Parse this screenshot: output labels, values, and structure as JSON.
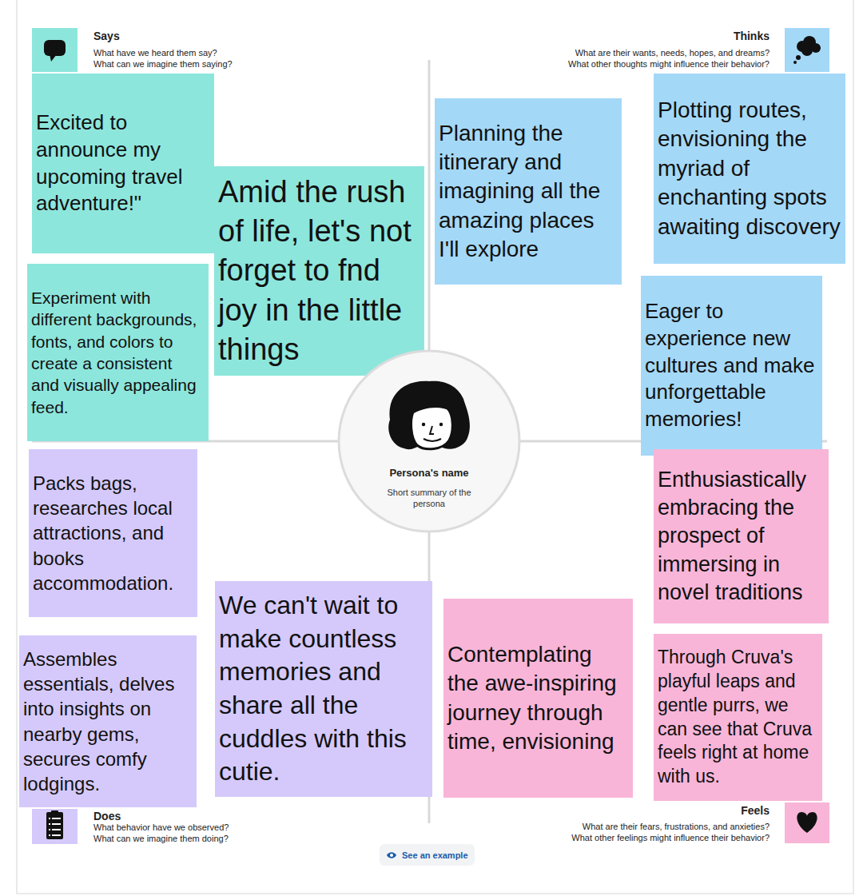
{
  "diagram": {
    "nodes": [
      {
        "text": [
          "Excited to announce my upcoming travel adventure!\""
        ]
      },
      {
        "text": [
          "Amid the rush of life, let's not forget to fnd joy in the little things"
        ]
      },
      {
        "text": [
          "Experiment with different backgrounds, fonts, and colors to create a consistent and visually appealing feed."
        ]
      },
      {
        "text": [
          "Planning the itinerary and imagining all the amazing places I'll explore"
        ]
      },
      {
        "text": [
          "Plotting routes, envisioning the myriad of enchanting spots awaiting discovery"
        ]
      },
      {
        "text": [
          "Eager to experience new cultures and make unforgettable memories!"
        ]
      },
      {
        "text": [
          "Packs bags, researches local attractions, and books accommodation."
        ]
      },
      {
        "text": [
          "We can't wait to make countless memories and share all the cuddles with this cutie."
        ]
      },
      {
        "text": [
          "Assembles essentials, delves into insights on nearby gems, secures comfy lodgings."
        ]
      },
      {
        "text": [
          "Enthusiastically embracing the prospect of immersing in novel traditions"
        ]
      },
      {
        "text": [
          "Contemplating the awe-inspiring journey through time, envisioning"
        ]
      },
      {
        "text": [
          "Through Cruva's playful leaps and gentle purrs, we can see that Cruva feels right at home with us."
        ]
      },
      {
        "text": [
          "Persona's name",
          "Short summary of the persona"
        ]
      },
      {
        "text": [
          "See an example"
        ]
      }
    ],
    "labels": [
      "Says",
      "What have we heard them say?",
      "What can we imagine them saying?",
      "Thinks",
      "What are their wants, needs, hopes, and dreams?",
      "What other thoughts might influence their behavior?",
      "Does",
      "What behavior have we observed?",
      "What can we imagine them doing?",
      "Feels",
      "What are their fears, frustrations, and anxieties?",
      "What other feelings might influence their behavior?"
    ]
  }
}
